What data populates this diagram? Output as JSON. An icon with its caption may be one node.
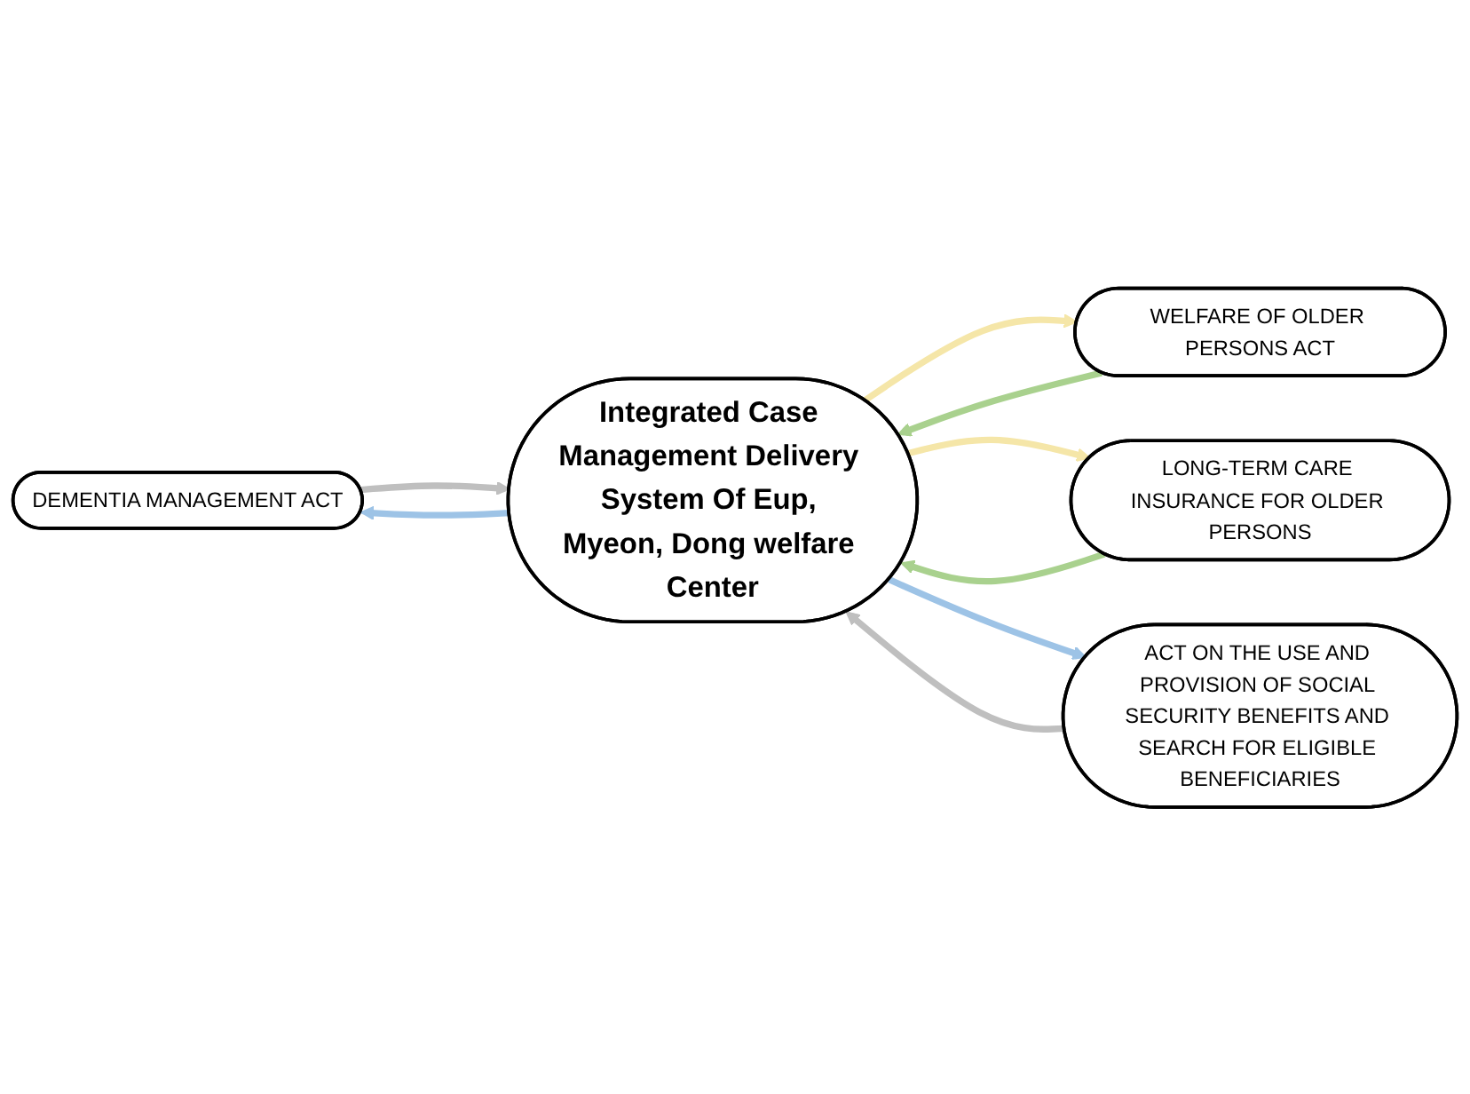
{
  "diagram": {
    "nodes": [
      {
        "text": [
          "DEMENTIA MANAGEMENT ACT"
        ]
      },
      {
        "text": [
          "WELFARE OF OLDER PERSONS ACT"
        ]
      },
      {
        "text": [
          "Integrated Case Management Delivery System Of Eup, Myeon, Dong welfare Center"
        ]
      },
      {
        "text": [
          "LONG-TERM CARE INSURANCE FOR OLDER PERSONS"
        ]
      },
      {
        "text": [
          "ACT ON THE USE AND PROVISION OF SOCIAL SECURITY BENEFITS AND SEARCH FOR ELIGIBLE BENEFICIARIES"
        ]
      }
    ],
    "edges": [
      {
        "from": 0,
        "to": 2,
        "arrow": "to",
        "color": "#bfbfbf"
      },
      {
        "from": 2,
        "to": 0,
        "arrow": "to",
        "color": "#9dc3e6"
      },
      {
        "from": 1,
        "to": 2,
        "arrow": "to",
        "color": "#a9d18e"
      },
      {
        "from": 2,
        "to": 1,
        "arrow": "to",
        "color": "#f5e6a8"
      },
      {
        "from": 3,
        "to": 2,
        "arrow": "to",
        "color": "#a9d18e"
      },
      {
        "from": 2,
        "to": 3,
        "arrow": "to",
        "color": "#f5e6a8"
      },
      {
        "from": 4,
        "to": 2,
        "arrow": "to",
        "color": "#bfbfbf"
      },
      {
        "from": 2,
        "to": 4,
        "arrow": "to",
        "color": "#9dc3e6"
      }
    ]
  }
}
